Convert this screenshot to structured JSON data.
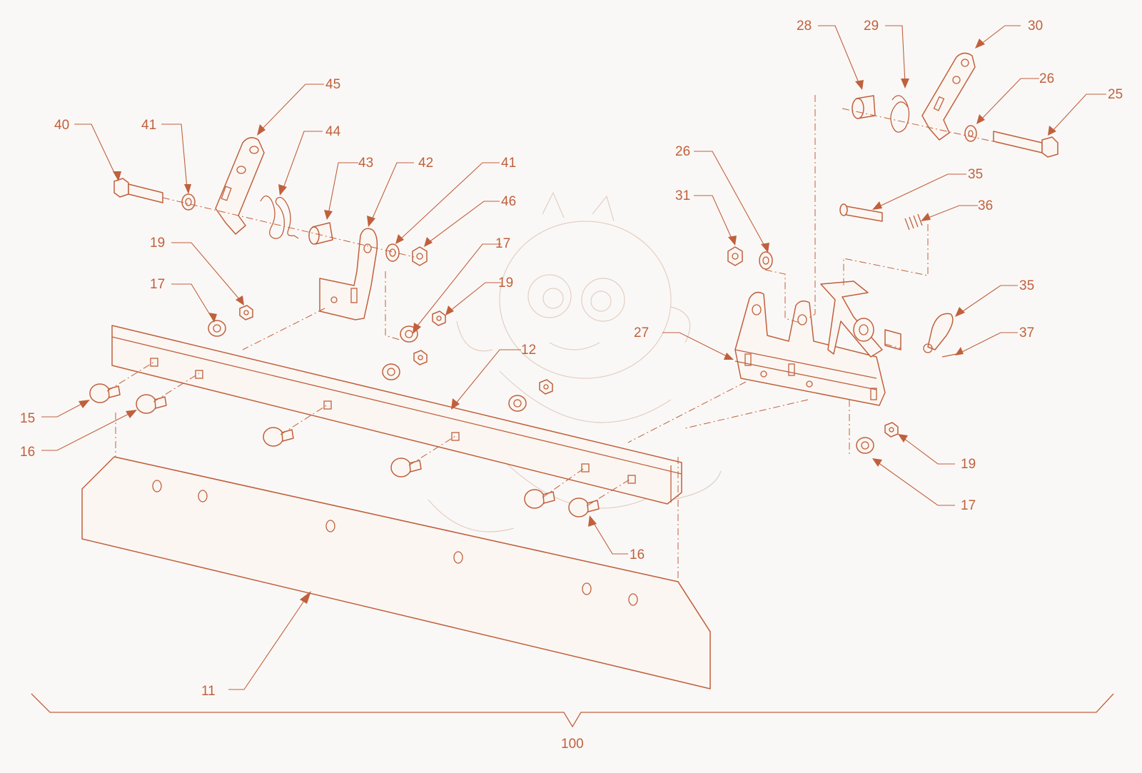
{
  "callouts": {
    "c11": "11",
    "c12": "12",
    "c15": "15",
    "c16a": "16",
    "c16b": "16",
    "c17a": "17",
    "c17b": "17",
    "c17c": "17",
    "c19a": "19",
    "c19b": "19",
    "c19c": "19",
    "c25": "25",
    "c26a": "26",
    "c26b": "26",
    "c27": "27",
    "c28": "28",
    "c29": "29",
    "c30": "30",
    "c31": "31",
    "c35a": "35",
    "c35b": "35",
    "c36": "36",
    "c37": "37",
    "c40": "40",
    "c41a": "41",
    "c41b": "41",
    "c42": "42",
    "c43": "43",
    "c44": "44",
    "c45": "45",
    "c46": "46",
    "c100": "100"
  },
  "colors": {
    "line": "#c0603d",
    "background": "#faf8f6",
    "watermark": "#e2cfc4"
  }
}
